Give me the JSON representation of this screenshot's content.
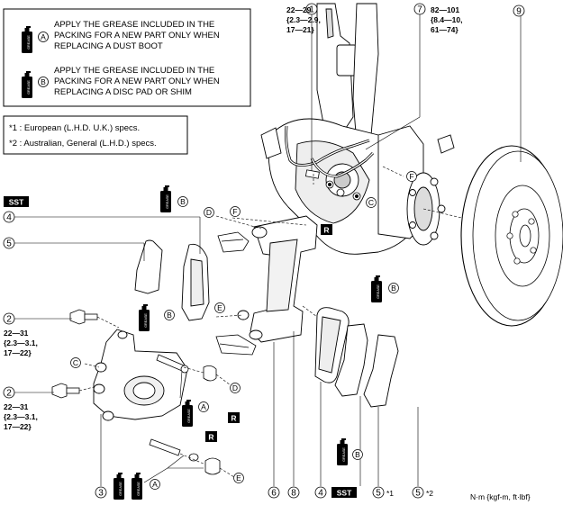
{
  "legend": {
    "grease_a": {
      "letter": "A",
      "lines": [
        "APPLY THE GREASE INCLUDED IN THE",
        "PACKING FOR A NEW PART ONLY WHEN",
        "REPLACING A DUST BOOT"
      ]
    },
    "grease_b": {
      "letter": "B",
      "lines": [
        "APPLY THE GREASE INCLUDED IN THE",
        "PACKING FOR A NEW PART ONLY WHEN",
        "REPLACING A DISC PAD OR SHIM"
      ]
    },
    "grease_word": "GREASE"
  },
  "notes": [
    "*1 : European (L.H.D. U.K.) specs.",
    "*2 : Australian, General (L.H.D.) specs."
  ],
  "torques": {
    "t1": [
      "22—29",
      "{2.3—2.9,",
      "17—21}"
    ],
    "t7": [
      "82—101",
      "{8.4—10,",
      "61—74}"
    ],
    "t2a": [
      "22—31",
      "{2.3—3.1,",
      "17—22}"
    ],
    "t2b": [
      "22—31",
      "{2.3—3.1,",
      "17—22}"
    ]
  },
  "callouts": {
    "n1": "1",
    "n2": "2",
    "n3": "3",
    "n4": "4",
    "n5": "5",
    "n6": "6",
    "n7": "7",
    "n8": "8",
    "n9": "9"
  },
  "letters": {
    "A": "A",
    "B": "B",
    "C": "C",
    "D": "D",
    "E": "E",
    "F": "F",
    "R": "R"
  },
  "sst": "SST",
  "spec1": "*1",
  "spec2": "*2",
  "units": "N·m {kgf-m, ft·lbf}"
}
